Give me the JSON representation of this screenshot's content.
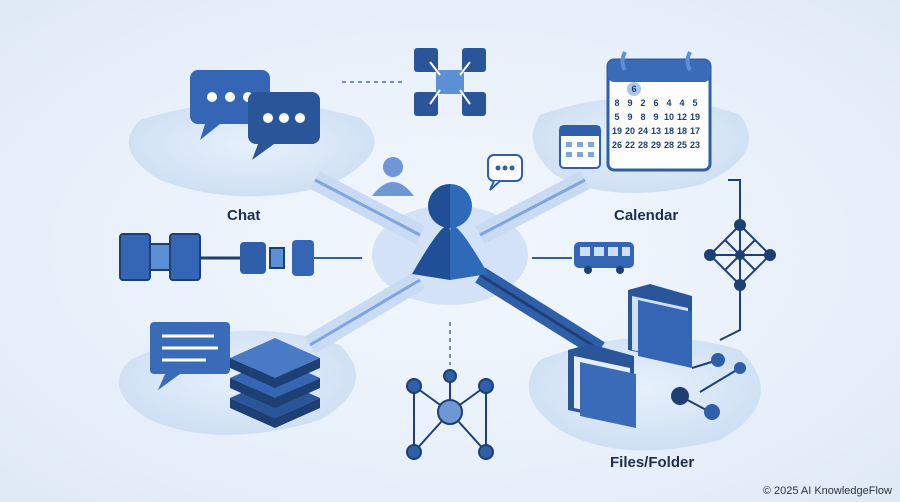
{
  "nodes": {
    "chat": "Chat",
    "calendar": "Calendar",
    "files": "Files/Folder"
  },
  "calendar_dates": [
    [
      "6"
    ],
    [
      "8",
      "9",
      "2",
      "6",
      "4",
      "4",
      "5"
    ],
    [
      "5",
      "9",
      "8",
      "9",
      "10",
      "12",
      "19"
    ],
    [
      "19",
      "20",
      "24",
      "13",
      "18",
      "18",
      "17"
    ],
    [
      "26",
      "22",
      "28",
      "29",
      "28",
      "25",
      "23"
    ]
  ],
  "footer": "© 2025 AI KnowledgeFlow",
  "colors": {
    "primary": "#2f5fa8",
    "dark": "#1e3f73",
    "mid": "#4f7fc4",
    "light": "#cfe0f5",
    "platform": "#dbe8f7"
  },
  "icons": [
    "chat-bubbles-icon",
    "network-nodes-icon",
    "calendar-icon",
    "user-icon",
    "cable-connector-icon",
    "bus-icon",
    "mesh-network-icon",
    "document-bubble-icon",
    "database-stack-icon",
    "hub-network-icon",
    "folders-icon"
  ]
}
